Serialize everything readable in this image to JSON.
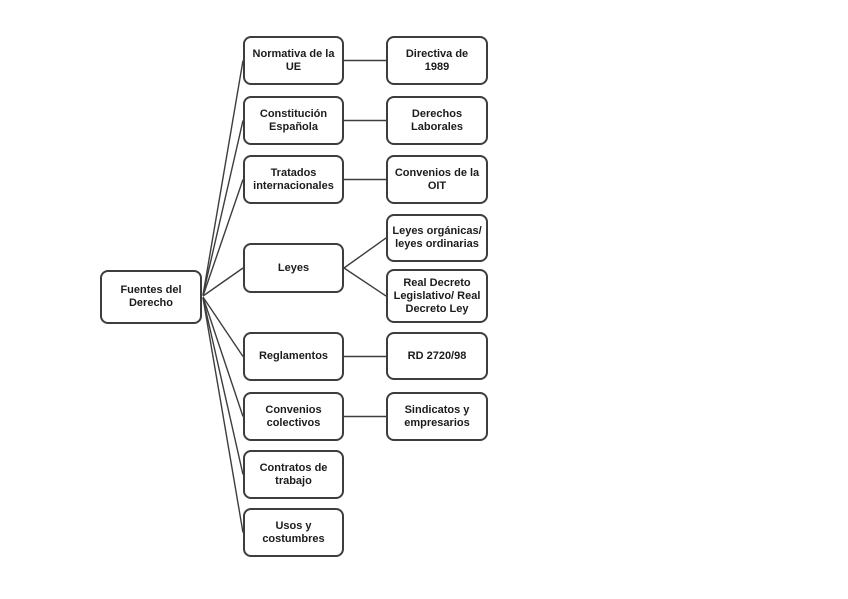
{
  "diagram": {
    "title": "Fuentes del Derecho",
    "colors": {
      "background": "#ffffff",
      "border": "#3d3d3d",
      "line": "#3d3d3d",
      "text": "#1c1c1c"
    },
    "root": {
      "label": "Fuentes del\nDerecho"
    },
    "level1": [
      {
        "label": "Normativa de la\nUE"
      },
      {
        "label": "Constitución\nEspañola"
      },
      {
        "label": "Tratados\ninternacionales"
      },
      {
        "label": "Leyes"
      },
      {
        "label": "Reglamentos"
      },
      {
        "label": "Convenios\ncolectivos"
      },
      {
        "label": "Contratos de\ntrabajo"
      },
      {
        "label": "Usos y\ncostumbres"
      }
    ],
    "level2": [
      {
        "label": "Directiva de\n1989",
        "parent": "Normativa de la UE"
      },
      {
        "label": "Derechos\nLaborales",
        "parent": "Constitución Española"
      },
      {
        "label": "Convenios de la\nOIT",
        "parent": "Tratados internacionales"
      },
      {
        "label": "Leyes orgánicas/\nleyes ordinarias",
        "parent": "Leyes"
      },
      {
        "label": "Real Decreto\nLegislativo/ Real\nDecreto Ley",
        "parent": "Leyes"
      },
      {
        "label": "RD 2720/98",
        "parent": "Reglamentos"
      },
      {
        "label": "Sindicatos y\nempresarios",
        "parent": "Convenios colectivos"
      }
    ]
  }
}
